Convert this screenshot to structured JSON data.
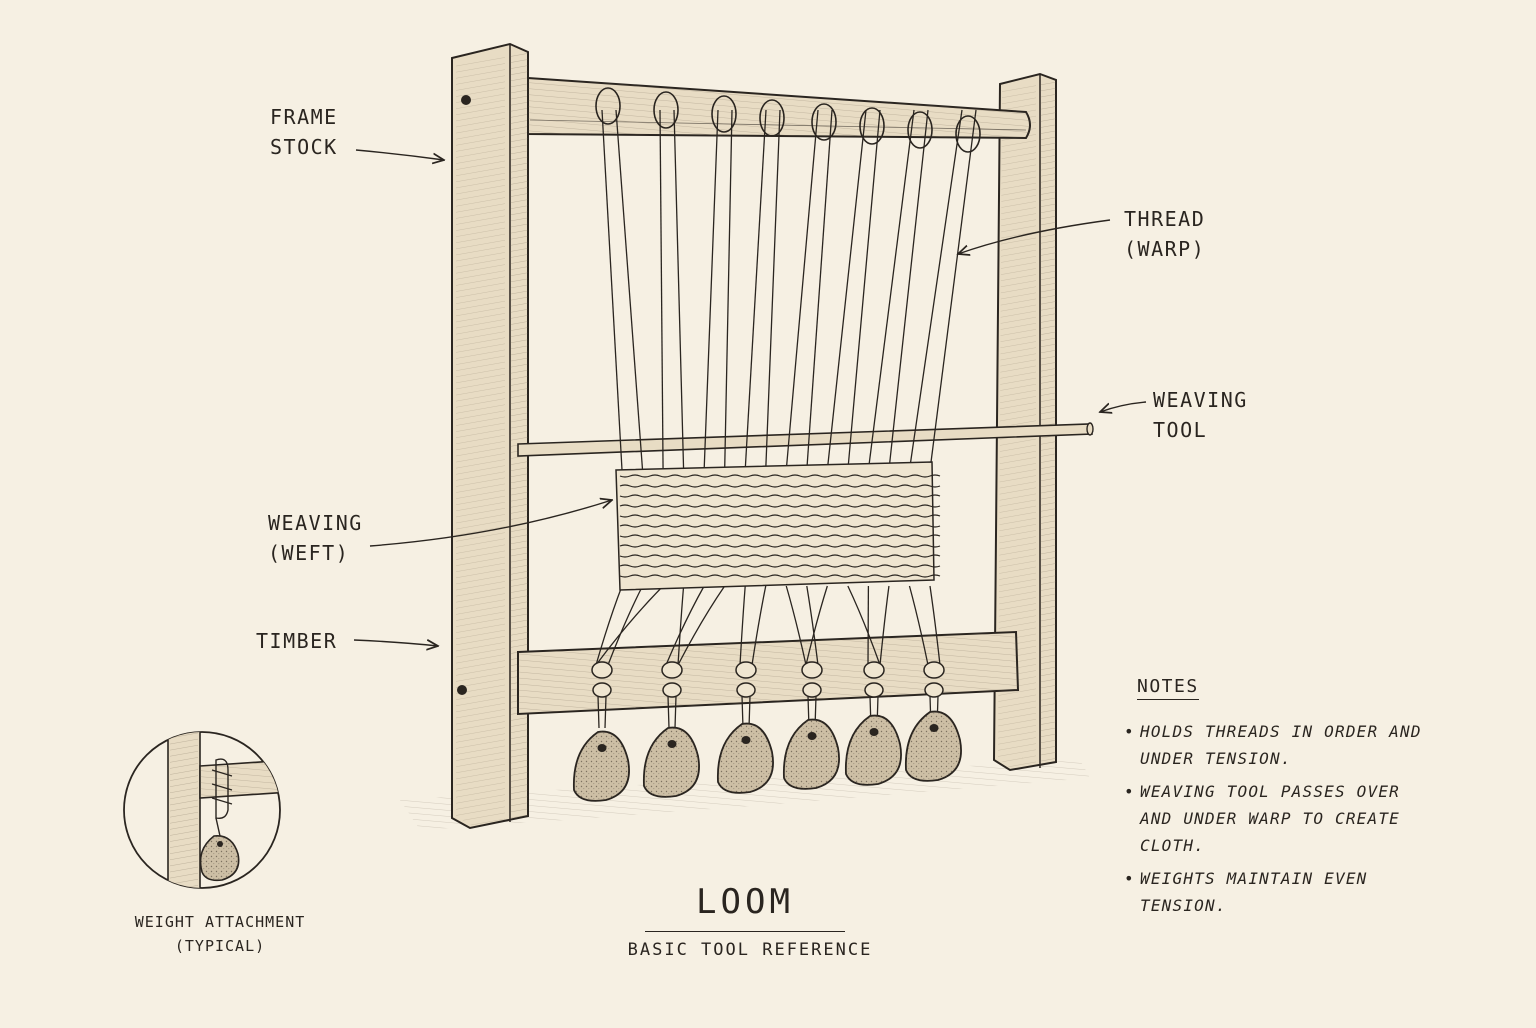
{
  "labels": {
    "frame_stock": "FRAME\nSTOCK",
    "thread_warp": "THREAD\n(WARP)",
    "weaving_tool": "WEAVING\nTOOL",
    "weaving_weft": "WEAVING\n(WEFT)",
    "timber": "TIMBER"
  },
  "notes": {
    "title": "NOTES",
    "items": [
      "HOLDS THREADS IN ORDER AND UNDER TENSION.",
      "WEAVING TOOL PASSES OVER AND UNDER WARP TO CREATE CLOTH.",
      "WEIGHTS MAINTAIN EVEN TENSION."
    ]
  },
  "detail": {
    "caption": "WEIGHT ATTACHMENT\n(TYPICAL)"
  },
  "title_block": {
    "title": "LOOM",
    "subtitle": "BASIC TOOL REFERENCE"
  },
  "colors": {
    "paper": "#f6f0e3",
    "ink": "#2a2520",
    "wood": "#e8dcc4",
    "stone": "#cdbfa5"
  }
}
